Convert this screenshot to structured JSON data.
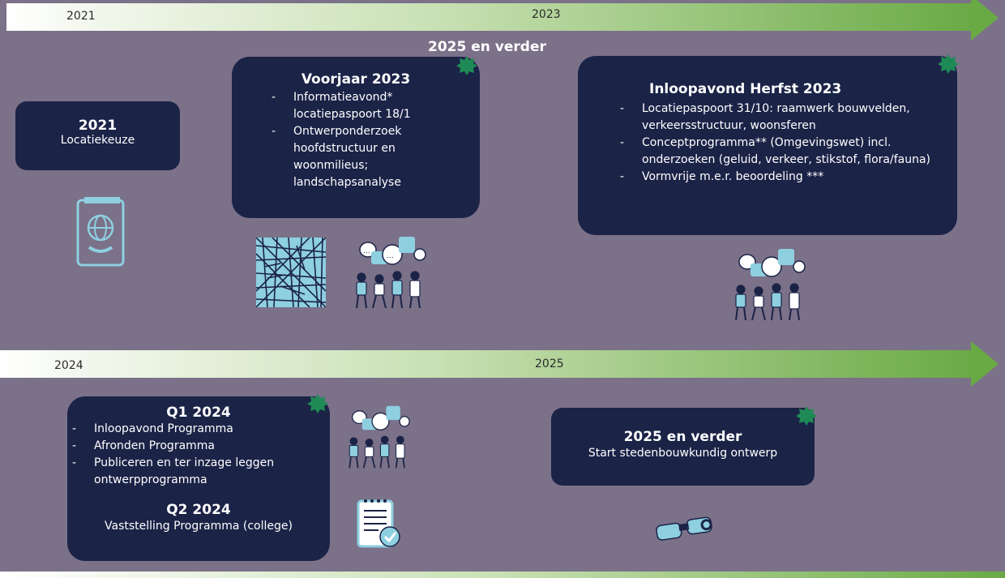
{
  "timeline_top": {
    "left_label": "2021",
    "mid_label": "2023"
  },
  "overlay_title": "2025 en verder",
  "box_2021": {
    "title": "2021",
    "subtitle": "Locatiekeuze"
  },
  "box_voorjaar": {
    "title": "Voorjaar 2023",
    "items": [
      "Informatieavond* locatiepaspoort 18/1",
      "Ontwerponderzoek hoofdstructuur en woonmilieus; landschapsanalyse"
    ]
  },
  "box_herfst": {
    "title": "Inloopavond Herfst 2023",
    "items": [
      "Locatiepaspoort 31/10: raamwerk bouwvelden, verkeersstructuur, woonsferen",
      "Conceptprogramma** (Omgevingswet) incl. onderzoeken (geluid, verkeer, stikstof, flora/fauna)",
      "Vormvrije m.e.r. beoordeling ***"
    ]
  },
  "timeline_bottom": {
    "left_label": "2024",
    "mid_label": "2025"
  },
  "box_q1": {
    "title": "Q1 2024",
    "items": [
      "Inloopavond Programma",
      "Afronden Programma",
      "Publiceren en ter inzage leggen ontwerpprogramma"
    ],
    "title2": "Q2 2024",
    "subtitle2": "Vaststelling Programma (college)"
  },
  "box_2025": {
    "title": "2025 en verder",
    "subtitle": "Start stedenbouwkundig ontwerp"
  },
  "icons": {
    "passport": "passport-icon",
    "map": "city-map-icon",
    "people": "people-discussion-icon",
    "document": "document-checklist-icon",
    "binoculars": "binoculars-icon",
    "star": "star-badge-icon"
  },
  "colors": {
    "background": "#7b7189",
    "box": "#1b2347",
    "arrow_green": "#6aaa45",
    "star_green": "#1f8a55",
    "icon_blue": "#8ecfe0"
  }
}
